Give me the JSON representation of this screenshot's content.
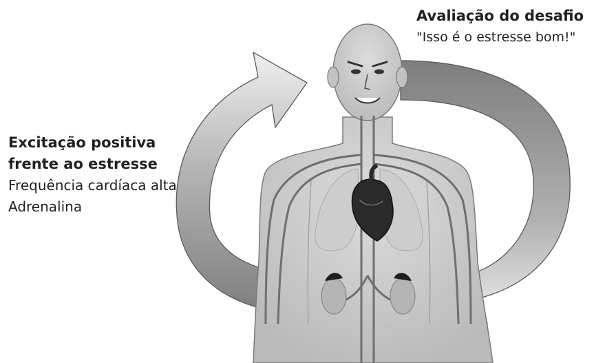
{
  "challenge_appraisal": {
    "title": "Avaliação do desafio",
    "quote": "\"Isso é o estresse bom!\""
  },
  "arousal": {
    "title_line1": "Excitação positiva",
    "title_line2": "frente ao estresse",
    "items": [
      "Frequência cardíaca alta",
      "Adrenalina"
    ]
  },
  "colors": {
    "text": "#231f20",
    "body_fill": "#c8c8c8",
    "body_stroke": "#7a7a7a",
    "vessels": "#6f6f6f",
    "heart": "#2a2a2a",
    "arrow_dark": "#8c8c8c",
    "arrow_light": "#e4e4e4"
  }
}
